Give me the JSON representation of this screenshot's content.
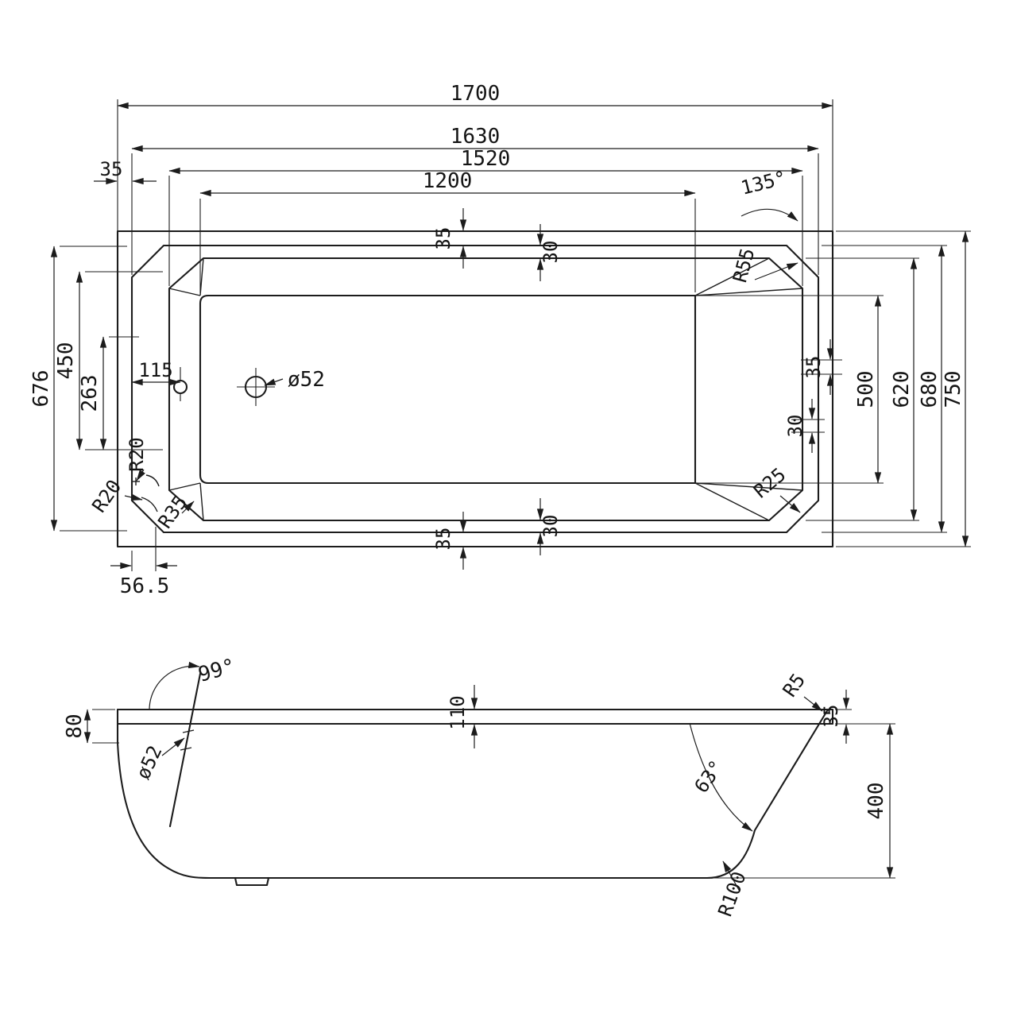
{
  "top": {
    "len1700": "1700",
    "len1630": "1630",
    "len1520": "1520",
    "len1200": "1200",
    "off35": "35",
    "ang135": "135°",
    "w676": "676",
    "w450": "450",
    "w263": "263",
    "w115": "115",
    "drain": "ø52",
    "rim35_top": "35",
    "rim30_top": "30",
    "r55": "R55",
    "gap35": "35",
    "gap30": "30",
    "w500": "500",
    "w620": "620",
    "w680": "680",
    "w750": "750",
    "r25": "R25",
    "r20_a": "R20",
    "r20_b": "R20",
    "r35": "R35",
    "rim35_bot": "35",
    "rim30_bot": "30",
    "off565": "56.5"
  },
  "side": {
    "ang99": "99°",
    "h80": "80",
    "drain": "ø52",
    "h110": "110",
    "r5": "R5",
    "t35": "35",
    "h400": "400",
    "ang63": "63°",
    "r100": "R100"
  }
}
